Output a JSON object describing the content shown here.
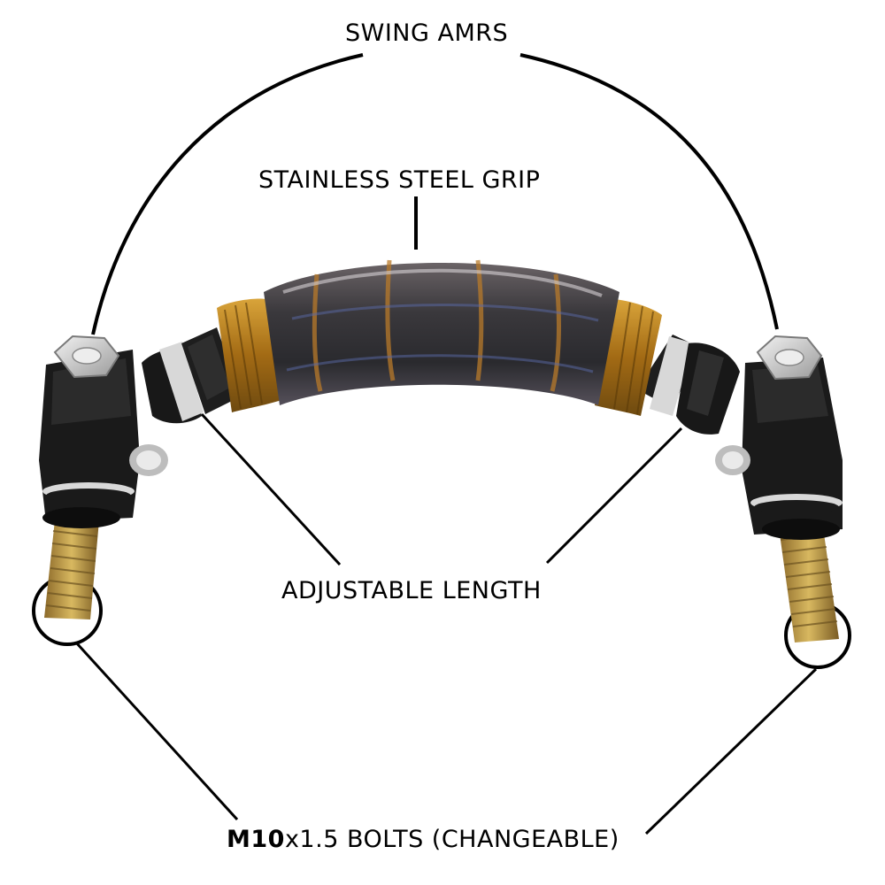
{
  "callouts": {
    "swing_arms": "SWING AMRS",
    "grip": "STAINLESS STEEL GRIP",
    "adjustable": "ADJUSTABLE LENGTH",
    "bolts_bold": "M10",
    "bolts_rest": "x1.5 BOLTS (CHANGEABLE)"
  },
  "colors": {
    "background": "#ffffff",
    "line": "#000000",
    "anodized_gold": "#b27a1c",
    "titanium_dark": "#3c3b3e",
    "bracket_black": "#151515",
    "bolt_brass": "#b08a3a"
  }
}
